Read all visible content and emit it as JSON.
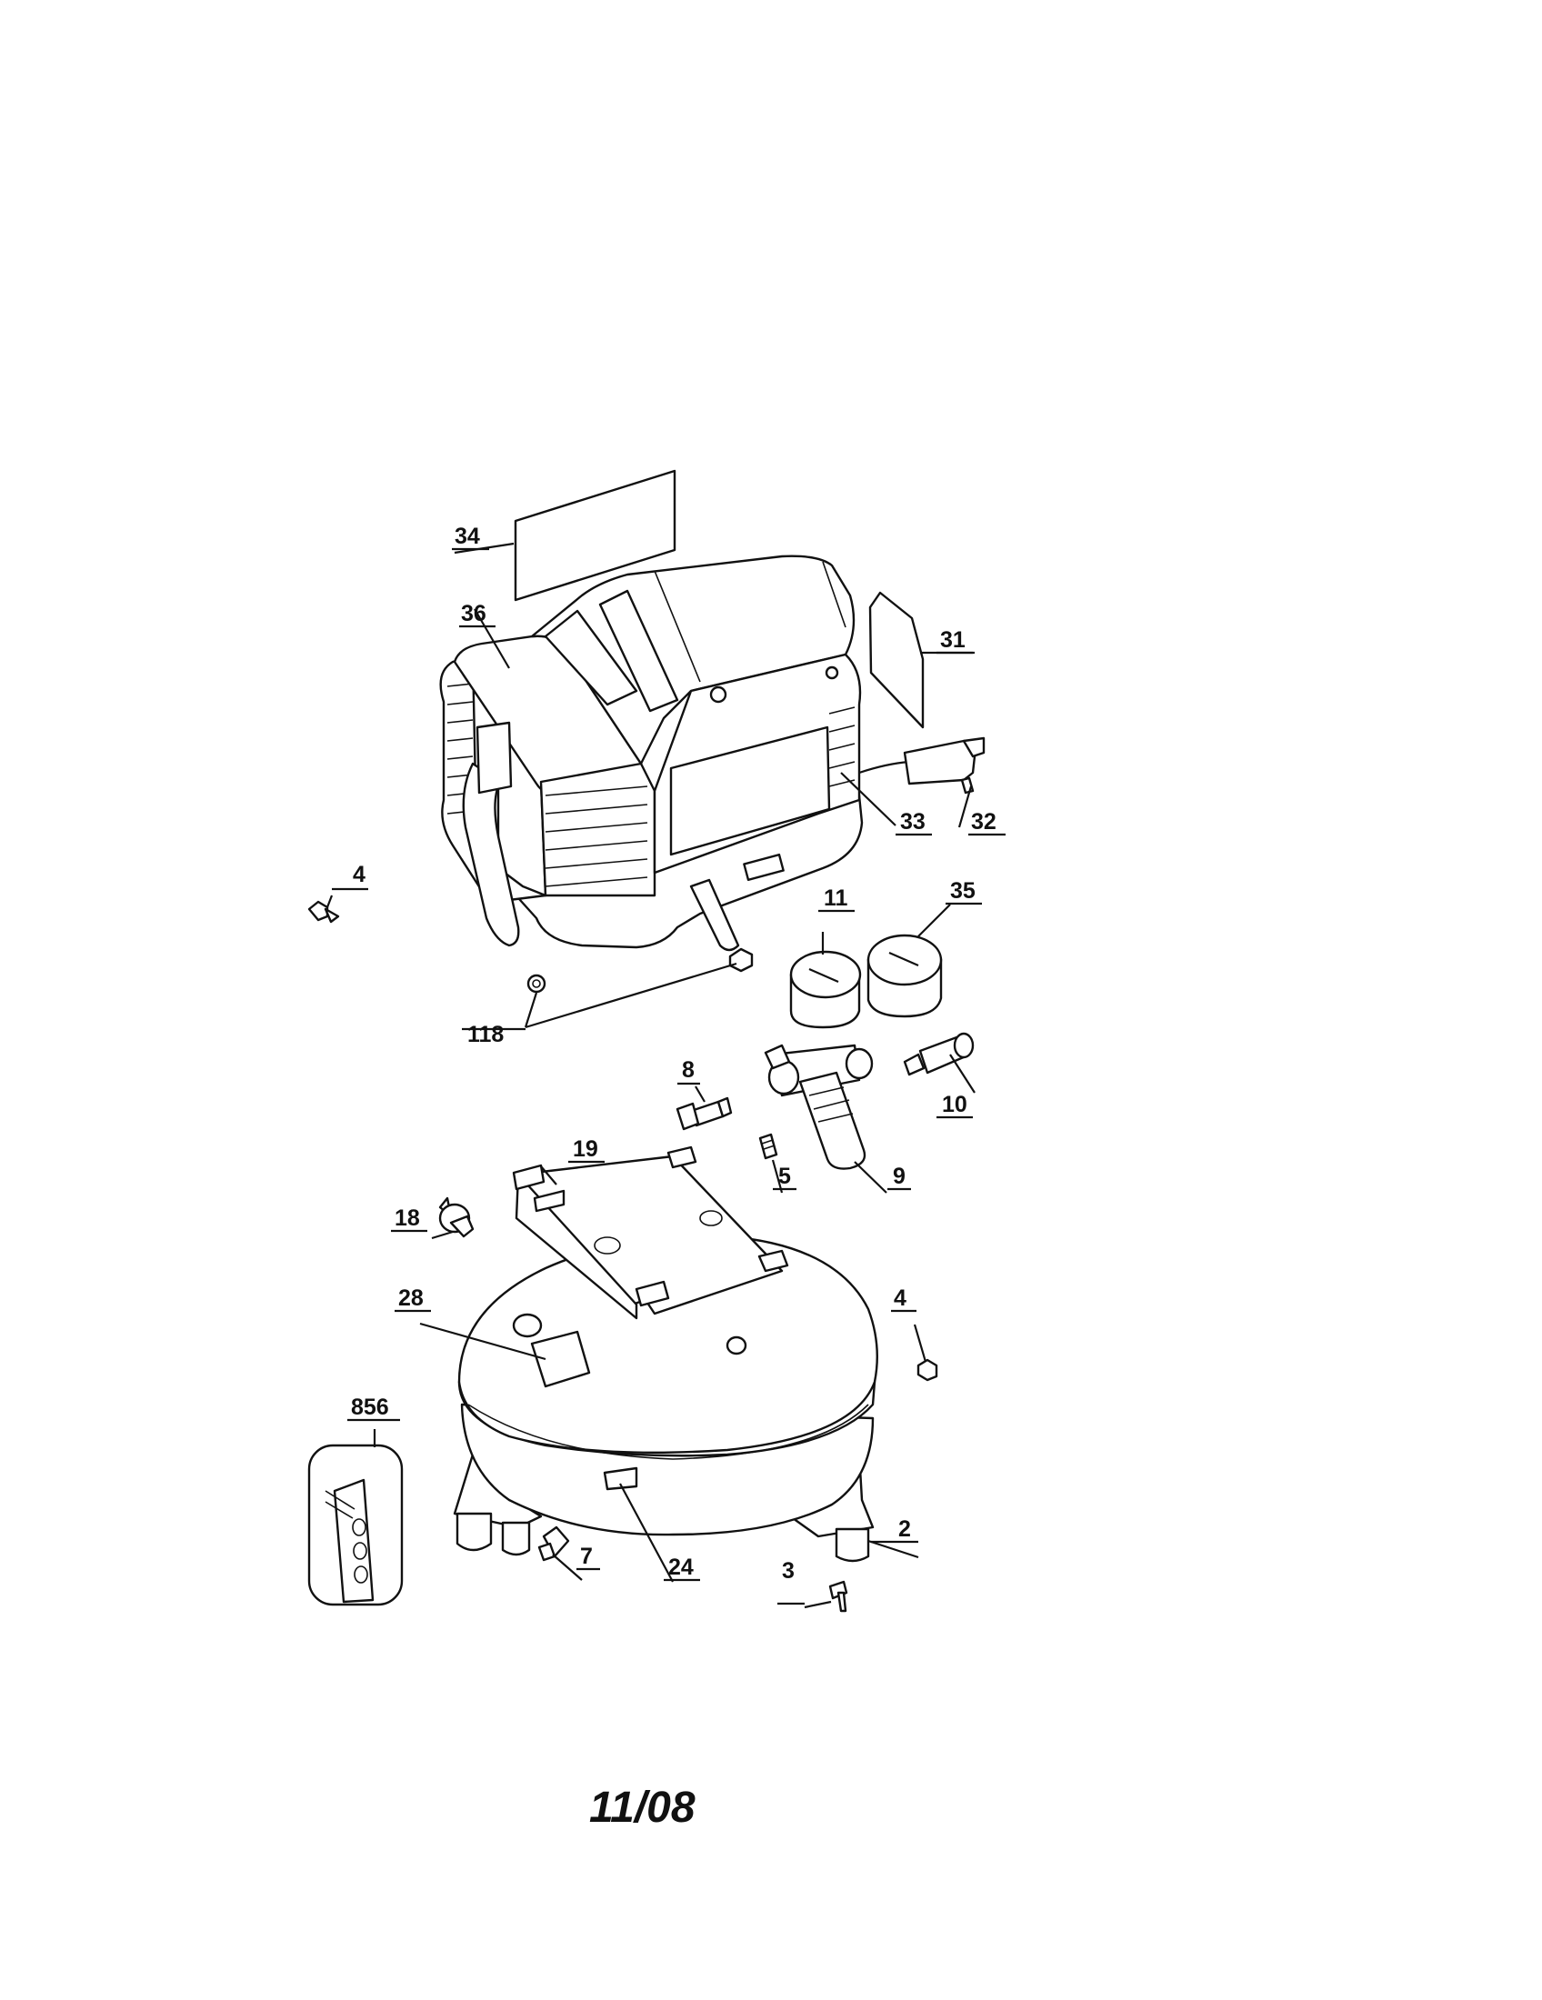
{
  "parts": [
    {
      "id": "p34",
      "label": "34",
      "name": "decal-label-34"
    },
    {
      "id": "p36",
      "label": "36",
      "name": "shroud-label-36"
    },
    {
      "id": "p31",
      "label": "31",
      "name": "decal-label-31"
    },
    {
      "id": "p33",
      "label": "33",
      "name": "panel-label-33"
    },
    {
      "id": "p32",
      "label": "32",
      "name": "cord-label-32"
    },
    {
      "id": "p4a",
      "label": "4",
      "name": "screw-label-4-left"
    },
    {
      "id": "p11",
      "label": "11",
      "name": "gauge-label-11"
    },
    {
      "id": "p35",
      "label": "35",
      "name": "gauge-label-35"
    },
    {
      "id": "p118",
      "label": "118",
      "name": "nut-label-118"
    },
    {
      "id": "p8",
      "label": "8",
      "name": "fitting-label-8"
    },
    {
      "id": "p10",
      "label": "10",
      "name": "coupler-label-10"
    },
    {
      "id": "p19",
      "label": "19",
      "name": "bracket-label-19"
    },
    {
      "id": "p5",
      "label": "5",
      "name": "plug-label-5"
    },
    {
      "id": "p9",
      "label": "9",
      "name": "regulator-label-9"
    },
    {
      "id": "p18",
      "label": "18",
      "name": "valve-label-18"
    },
    {
      "id": "p4b",
      "label": "4",
      "name": "screw-label-4-right"
    },
    {
      "id": "p28",
      "label": "28",
      "name": "decal-label-28"
    },
    {
      "id": "p856",
      "label": "856",
      "name": "kit-label-856"
    },
    {
      "id": "p2",
      "label": "2",
      "name": "foot-label-2"
    },
    {
      "id": "p7",
      "label": "7",
      "name": "drain-label-7"
    },
    {
      "id": "p24",
      "label": "24",
      "name": "tank-label-24"
    },
    {
      "id": "p3",
      "label": "3",
      "name": "screw-label-3"
    }
  ],
  "footer": {
    "date": "11/08"
  }
}
